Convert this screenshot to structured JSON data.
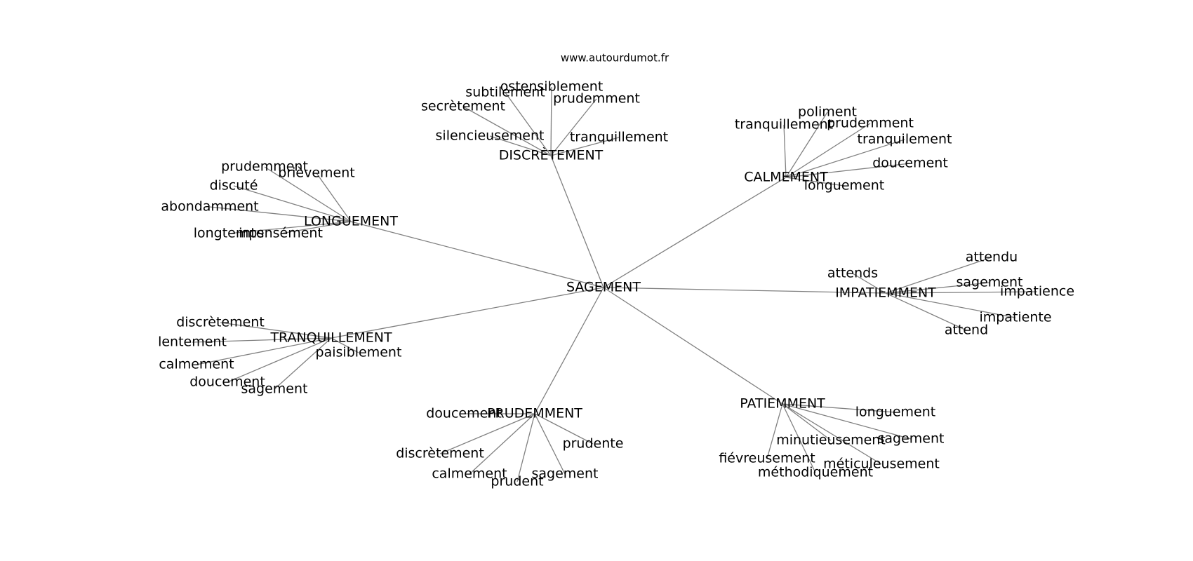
{
  "source": "www.autourdumot.fr",
  "root": "SAGEMENT",
  "groups": [
    {
      "label": "DISCRÈTEMENT",
      "words": [
        "silencieusement",
        "secrètement",
        "subtilement",
        "ostensiblement",
        "prudemment",
        "tranquillement"
      ]
    },
    {
      "label": "CALMEMENT",
      "words": [
        "tranquillement",
        "poliment",
        "prudemment",
        "tranquilement",
        "doucement",
        "longuement"
      ]
    },
    {
      "label": "LONGUEMENT",
      "words": [
        "prudemment",
        "brièvement",
        "discuté",
        "abondamment",
        "longtemps",
        "intensément"
      ]
    },
    {
      "label": "IMPATIEMMENT",
      "words": [
        "attends",
        "attendu",
        "sagement",
        "impatience",
        "impatiente",
        "attend"
      ]
    },
    {
      "label": "TRANQUILLEMENT",
      "words": [
        "discrètement",
        "lentement",
        "calmement",
        "doucement",
        "sagement",
        "paisiblement"
      ]
    },
    {
      "label": "PRUDEMMENT",
      "words": [
        "doucement",
        "discrètement",
        "calmement",
        "prudent",
        "sagement",
        "prudente"
      ]
    },
    {
      "label": "PATIEMMENT",
      "words": [
        "longuement",
        "minutieusement",
        "sagement",
        "fiévreusement",
        "méticuleusement",
        "méthodiquement"
      ]
    }
  ]
}
